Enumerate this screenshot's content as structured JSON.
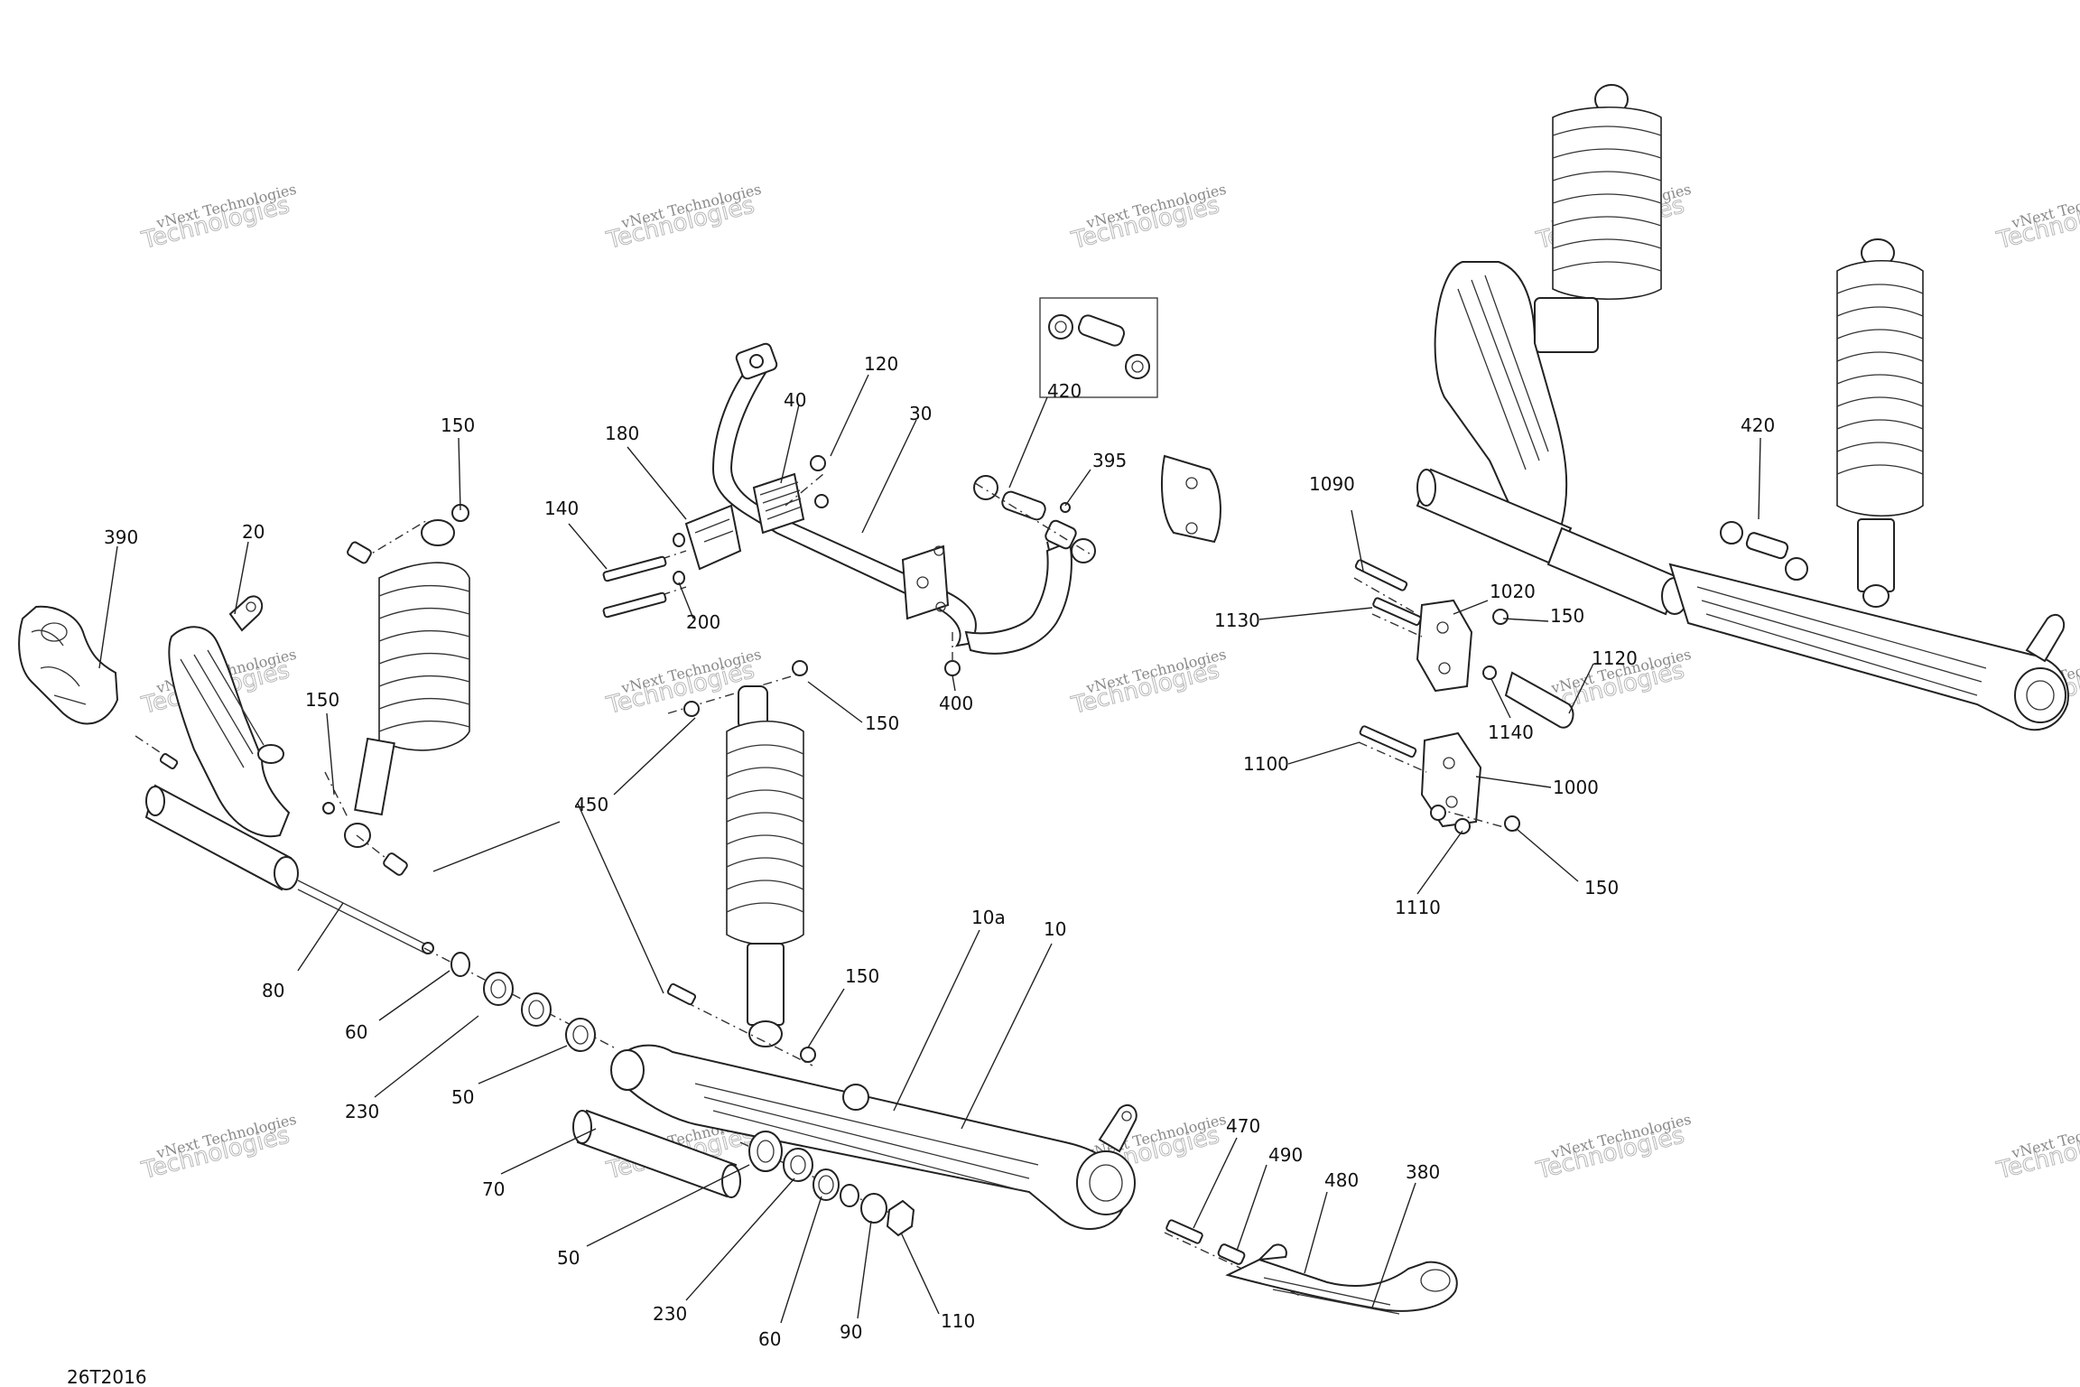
{
  "figure": {
    "code": "26T2016"
  },
  "watermark": {
    "line1": "vNext Technologies",
    "line2": "Technologies",
    "line1b": "vNext"
  },
  "callouts": {
    "c390": "390",
    "c20": "20",
    "c150a": "150",
    "c150b": "150",
    "c80": "80",
    "c60a": "60",
    "c230a": "230",
    "c50a": "50",
    "c70": "70",
    "c50b": "50",
    "c230b": "230",
    "c60b": "60",
    "c90": "90",
    "c110": "110",
    "c450": "450",
    "c150c": "150",
    "c150d": "150",
    "c10a": "10a",
    "c10": "10",
    "c470": "470",
    "c490": "490",
    "c480": "480",
    "c380": "380",
    "c180": "180",
    "c140": "140",
    "c200": "200",
    "c40": "40",
    "c120": "120",
    "c30": "30",
    "c400": "400",
    "c420a": "420",
    "c395": "395",
    "c1090": "1090",
    "c1130": "1130",
    "c1020": "1020",
    "c150e": "150",
    "c1120": "1120",
    "c1140": "1140",
    "c1100": "1100",
    "c1000": "1000",
    "c1110": "1110",
    "c150f": "150",
    "c420b": "420"
  }
}
